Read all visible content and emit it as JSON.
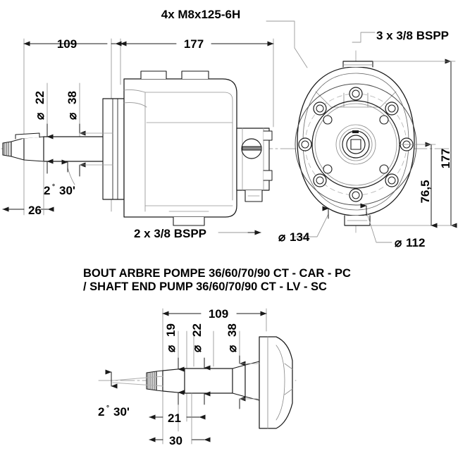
{
  "drawing": {
    "title_lines": [
      "BOUT ARBRE POMPE 36/60/70/90 CT - CAR - PC",
      "/ SHAFT END PUMP 36/60/70/90 CT - LV - SC"
    ],
    "line_color": "#1a1a1a",
    "thin_color": "#7a7a7a",
    "center_color": "#9a9a9a"
  },
  "top_view": {
    "callouts": {
      "thread_top": "4x M8x125-6H",
      "ports_right": "3 x 3/8 BSPP",
      "ports_bottom": "2 x 3/8 BSPP"
    },
    "dimensions": {
      "len_shaft": "109",
      "len_body": "177",
      "shaft_dia_small": "22",
      "shaft_dia_large": "38",
      "shaft_end": "26",
      "taper_angle_num": "2",
      "taper_angle_min": "30'",
      "taper_degree_sym": "°",
      "dia_sym": "⌀"
    }
  },
  "end_view": {
    "dimensions": {
      "height_total": "177",
      "height_center": "76,5",
      "bolt_circle": "134",
      "spigot_dia": "112",
      "dia_sym": "⌀"
    },
    "bolt_hole_count": 8,
    "small_hole_count": 4
  },
  "bottom_view": {
    "dimensions": {
      "len_total": "109",
      "dia_thread": "19",
      "dia_small": "22",
      "dia_large": "38",
      "len_21": "21",
      "len_30": "30",
      "taper_angle_num": "2",
      "taper_angle_min": "30'",
      "taper_degree_sym": "°",
      "dia_sym": "⌀"
    }
  }
}
